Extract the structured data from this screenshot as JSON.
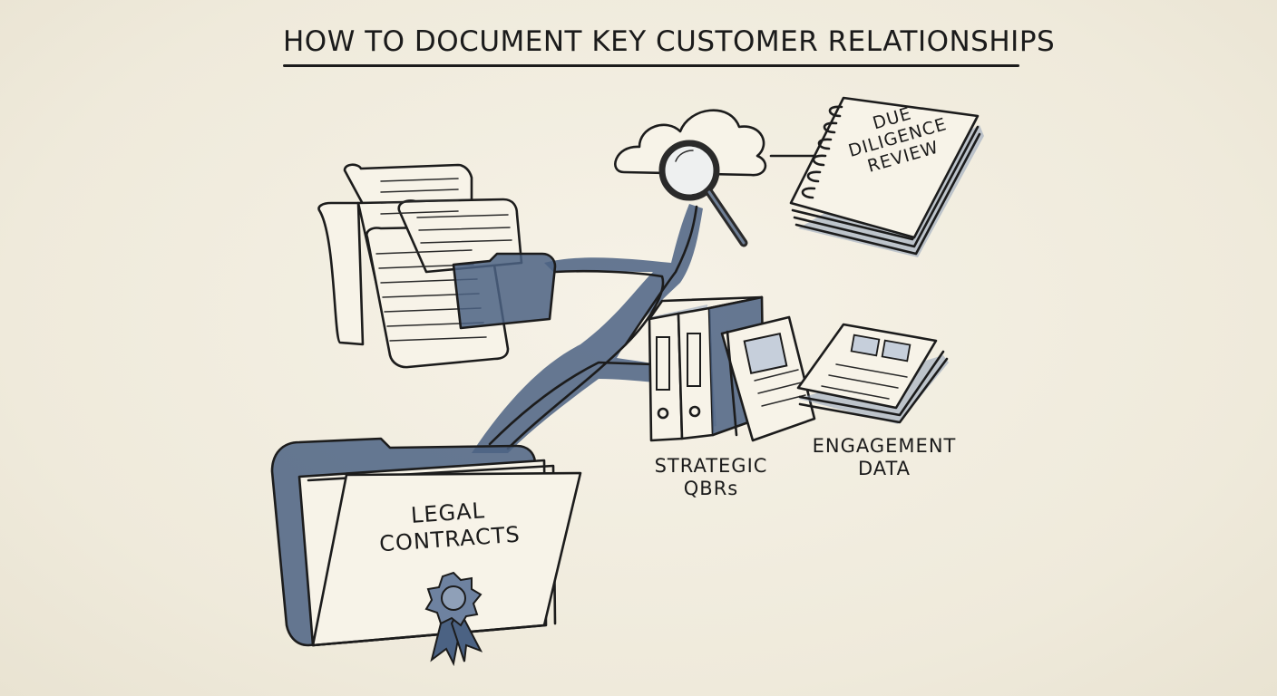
{
  "title": "How to Document Key Customer Relationships",
  "nodes": {
    "legal": {
      "line1": "Legal",
      "line2": "Contracts",
      "icon": "folder-with-ribbon-seal-icon"
    },
    "due_diligence": {
      "line1": "Due",
      "line2": "Diligence",
      "line3": "Review",
      "icon": "spiral-notebook-icon"
    },
    "qbrs": {
      "line1": "Strategic",
      "line2": "QBRs",
      "icon": "binders-icon"
    },
    "engagement": {
      "line1": "Engagement",
      "line2": "Data",
      "icon": "report-stack-icon"
    },
    "scrolls": {
      "icon": "document-scrolls-folder-icon"
    },
    "cloud": {
      "icon": "cloud-search-icon"
    }
  },
  "colors": {
    "ink": "#1c1c1c",
    "wash": "#4b6283",
    "paper": "#f2eee2"
  }
}
